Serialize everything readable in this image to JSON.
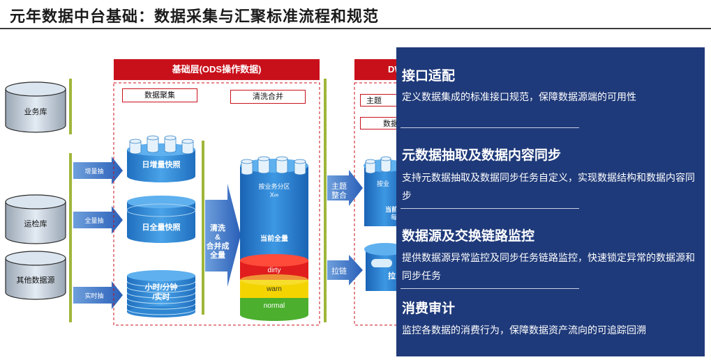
{
  "title": "元年数据中台基础：数据采集与汇聚标准流程和规范",
  "sources": [
    "业务库",
    "运检库",
    "其他数据源"
  ],
  "collect_arrows": [
    "增量抽",
    "全量抽",
    "实时抽"
  ],
  "ods": {
    "header": "基础层(ODS操作数据)",
    "collect_label": "数据聚集",
    "merge_label": "清洗合并",
    "stores": [
      "日增量快照",
      "日全量快照",
      "小时/分钟\n/实时"
    ],
    "merge_arrow": "清洗\n&\n合并成\n全量",
    "partition_label": "按业务分区\nX∞",
    "full_label": "当前全量",
    "quality": [
      "dirty",
      "warn",
      "normal"
    ]
  },
  "dw": {
    "header_partial": "DW",
    "box1_partial": "主题",
    "box2_partial": "数据",
    "arrow_topic": "主题\n整合",
    "arrow_zip": "拉链",
    "cyl1_partial1": "按业",
    "cyl1_partial2": "当前",
    "cyl1_partial3": "每",
    "cyl2_partial": "拉"
  },
  "panel": {
    "sections": [
      {
        "heading": "接口适配",
        "desc": "定义数据集成的标准接口规范，保障数据源端的可用性"
      },
      {
        "heading": "元数据抽取及数据内容同步",
        "desc": "支持元数据抽取及数据同步任务自定义，实现数据结构和数据内容同步"
      },
      {
        "heading": "数据源及交换链路监控",
        "desc": "提供数据源异常监控及同步任务链路监控，快速锁定异常的数据源和同步任务"
      },
      {
        "heading": "消费审计",
        "desc": "监控各数据的消费行为，保障数据资产流向的可追踪回溯"
      }
    ]
  },
  "colors": {
    "brand_red": "#c8101b",
    "panel_blue": "#1f3a7a",
    "cyl_blue": "#2f86d2",
    "cyl_light": "#cfe6f8",
    "green_bar": "#9fb63a",
    "dirty": "#e11d1d",
    "warn": "#f4d400",
    "normal": "#4caf2e"
  }
}
